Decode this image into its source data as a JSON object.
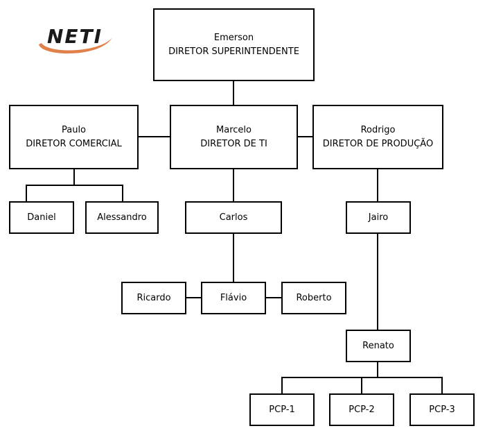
{
  "logo": {
    "text": "NETI",
    "text_color": "#1a1a1a",
    "swoosh_color": "#e0804a"
  },
  "nodes": {
    "emerson": {
      "name": "Emerson",
      "title": "DIRETOR SUPERINTENDENTE"
    },
    "paulo": {
      "name": "Paulo",
      "title": "DIRETOR COMERCIAL"
    },
    "marcelo": {
      "name": "Marcelo",
      "title": "DIRETOR DE TI"
    },
    "rodrigo": {
      "name": "Rodrigo",
      "title": "DIRETOR DE PRODUÇÃO"
    },
    "daniel": {
      "name": "Daniel"
    },
    "alessandro": {
      "name": "Alessandro"
    },
    "carlos": {
      "name": "Carlos"
    },
    "jairo": {
      "name": "Jairo"
    },
    "ricardo": {
      "name": "Ricardo"
    },
    "flavio": {
      "name": "Flávio"
    },
    "roberto": {
      "name": "Roberto"
    },
    "renato": {
      "name": "Renato"
    },
    "pcp1": {
      "name": "PCP-1"
    },
    "pcp2": {
      "name": "PCP-2"
    },
    "pcp3": {
      "name": "PCP-3"
    }
  }
}
